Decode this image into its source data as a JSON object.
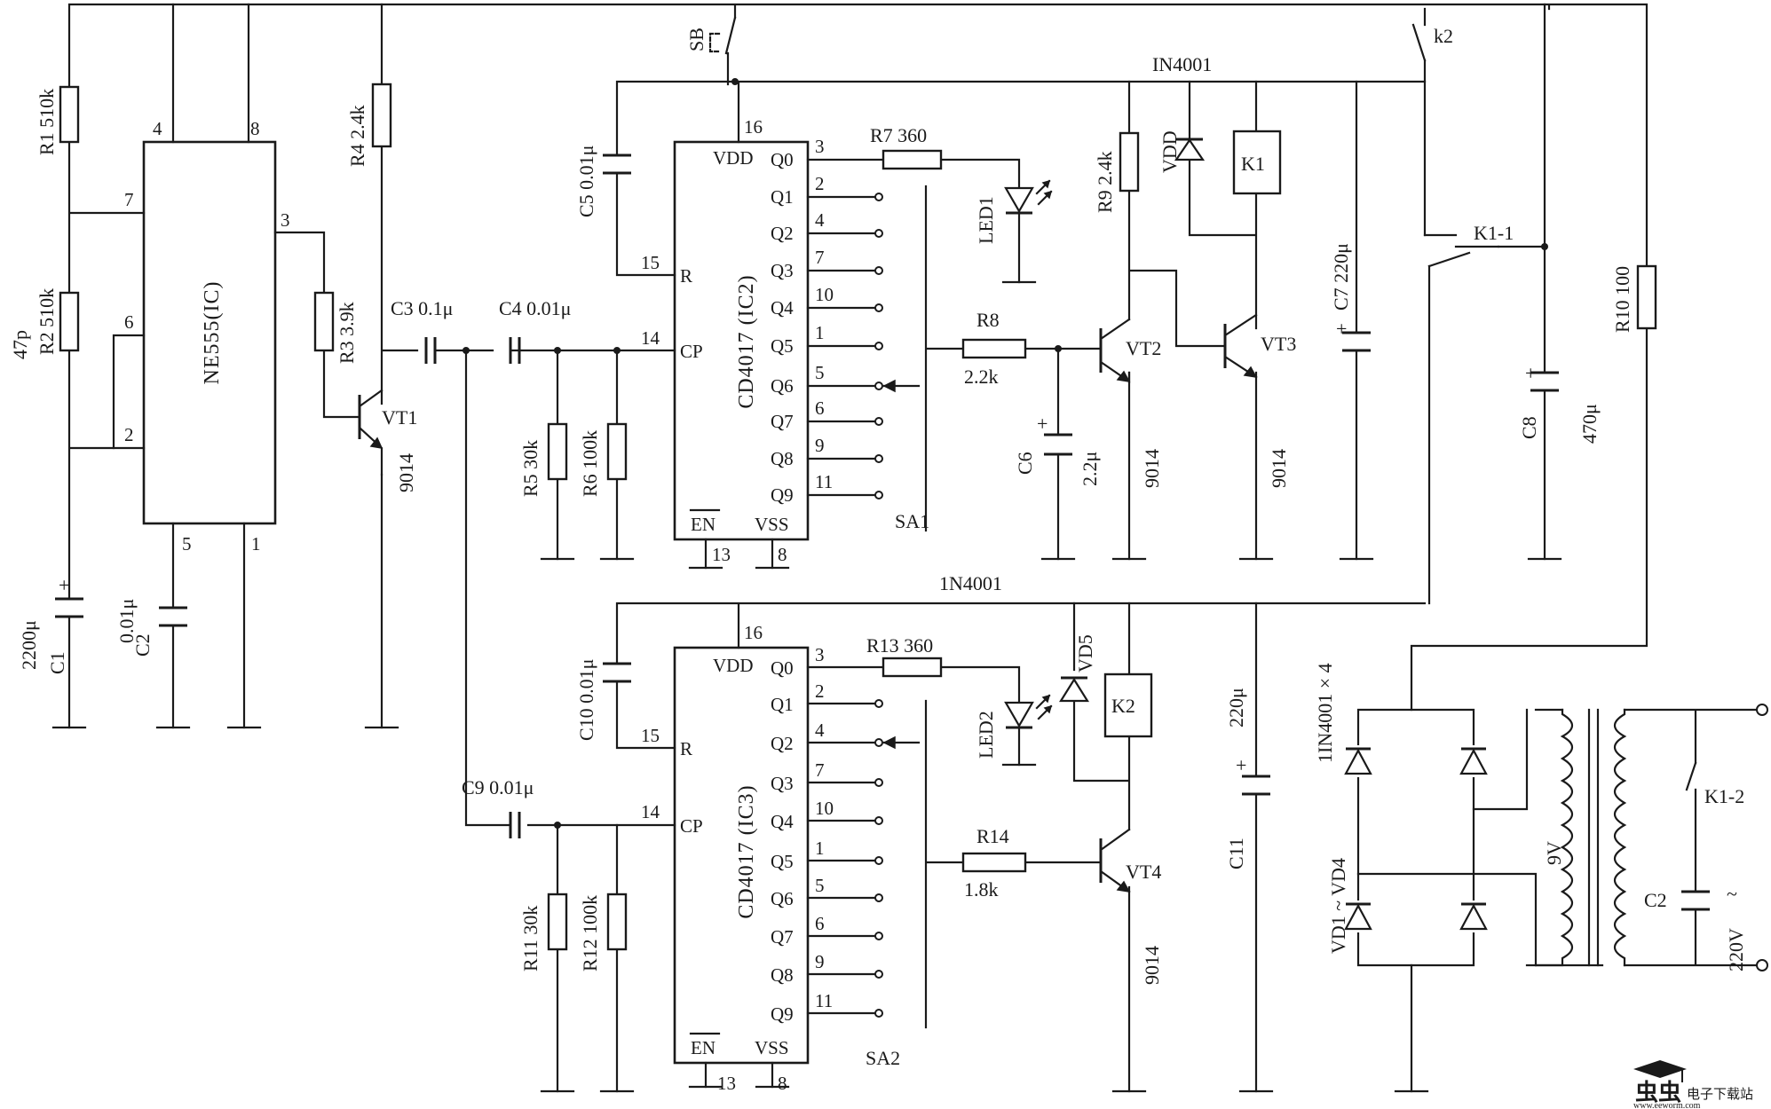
{
  "ic": {
    "ne555": "NE555(IC)",
    "cd4017_a": "CD4017 (IC2)",
    "cd4017_b": "CD4017 (IC3)",
    "vdd": "VDD",
    "vss": "VSS",
    "en": "EN",
    "r_pin": "R",
    "cp_pin": "CP",
    "outputs": [
      "Q0",
      "Q1",
      "Q2",
      "Q3",
      "Q4",
      "Q5",
      "Q6",
      "Q7",
      "Q8",
      "Q9"
    ],
    "output_pins": [
      "3",
      "2",
      "4",
      "7",
      "10",
      "1",
      "5",
      "6",
      "9",
      "11"
    ],
    "pin_vdd": "16",
    "pin_r": "15",
    "pin_cp": "14",
    "pin_en": "13",
    "pin_vss": "8",
    "ne555_pins": [
      "4",
      "8",
      "7",
      "6",
      "2",
      "3",
      "5",
      "1"
    ]
  },
  "components": {
    "r1": "R1 510k",
    "r2": "R2 510k",
    "r2_cap": "47p",
    "r3": "R3 3.9k",
    "r4": "R4 2.4k",
    "r5": "R5 30k",
    "r6": "R6 100k",
    "r7": "R7 360",
    "r8": "R8",
    "r8_val": "2.2k",
    "r9": "R9 2.4k",
    "r10": "R10 100",
    "r11": "R11 30k",
    "r12": "R12 100k",
    "r13": "R13 360",
    "r14": "R14",
    "r14_val": "1.8k",
    "c1": "C1",
    "c1_val": "2200μ",
    "c2": "C2",
    "c2_val": "0.01μ",
    "c3": "C3 0.1μ",
    "c4": "C4 0.01μ",
    "c5": "C5 0.01μ",
    "c6": "C6",
    "c6_val": "2.2μ",
    "c7": "C7 220μ",
    "c8": "C8",
    "c8_val": "470μ",
    "c9": "C9 0.01μ",
    "c10": "C10 0.01μ",
    "c11": "C11",
    "c11_val": "220μ",
    "c2_mains": "C2",
    "vt1": "VT1",
    "vt2": "VT2",
    "vt3": "VT3",
    "vt4": "VT4",
    "t9014": "9014",
    "led1": "LED1",
    "led2": "LED2",
    "vd5": "VD5",
    "vdd_diode": "VDD",
    "k1": "K1",
    "k2": "K2",
    "k1_1": "K1-1",
    "k1_2": "K1-2",
    "k2_sw": "k2",
    "sb": "SB",
    "sa1": "SA1",
    "sa2": "SA2",
    "diode_top": "IN4001",
    "diode_mid": "1N4001",
    "bridge": "1IN4001 × 4",
    "bridge_range": "VD1 ~ VD4",
    "transformer_v": "9V",
    "mains": "220V",
    "mains_symbol": "~"
  },
  "watermark": {
    "logo": "虫虫",
    "site_name": "电子下载站",
    "url": "www.eeworm.com"
  }
}
